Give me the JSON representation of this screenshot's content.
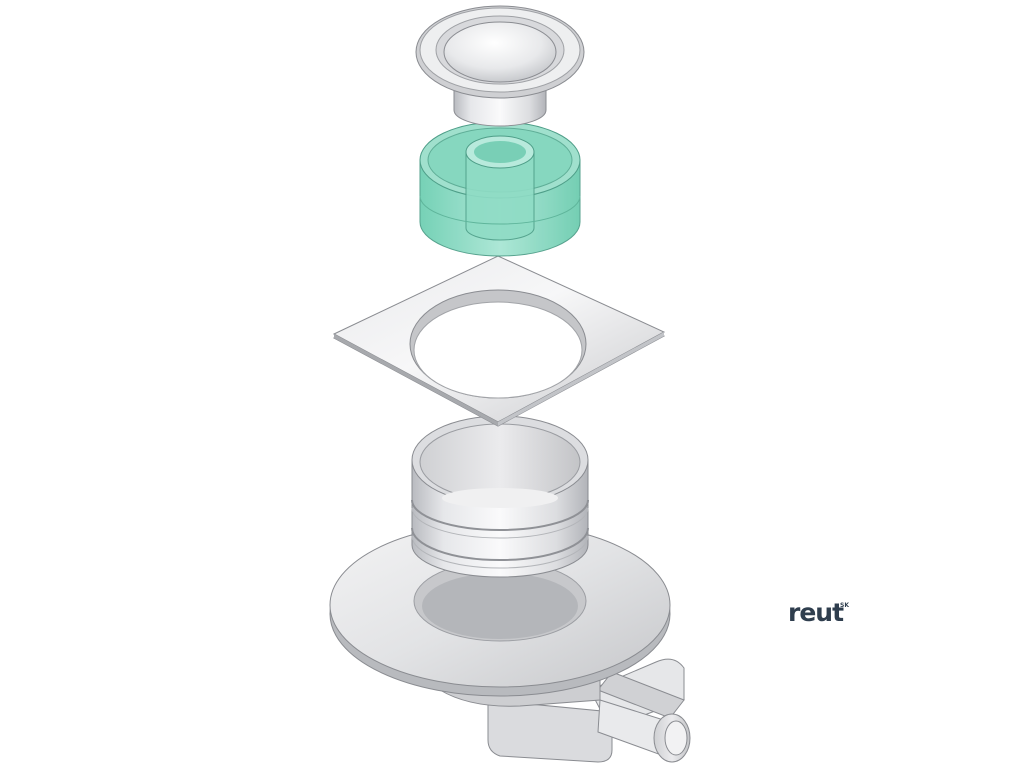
{
  "logo": {
    "word": "reut",
    "superscript": "SK"
  },
  "colors": {
    "background": "#ffffff",
    "metal_light": "#f4f4f6",
    "metal_mid": "#d3d4d8",
    "metal_dark": "#a9abb1",
    "outline": "#8a8c91",
    "water_trap_green": "#7fd6bd",
    "logo_text": "#2f3e4e"
  },
  "illustration": {
    "type": "exploded view",
    "parts": [
      "strainer-cap",
      "odor-seal-cup",
      "square-flange-plate",
      "collar-ring",
      "drain-body",
      "outlet-pipe"
    ]
  }
}
